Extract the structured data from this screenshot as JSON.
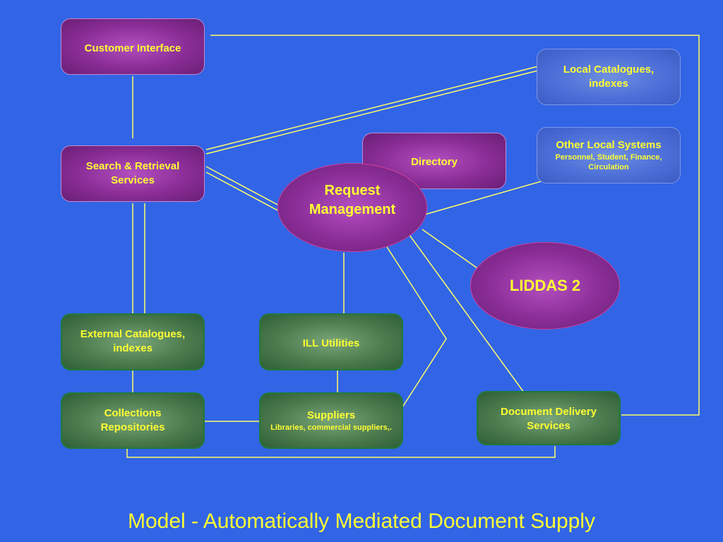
{
  "title": "Model - Automatically Mediated Document Supply",
  "nodes": {
    "customer_interface": {
      "label": "Customer Interface"
    },
    "local_catalogues": {
      "label": "Local Catalogues, indexes"
    },
    "directory": {
      "label": "Directory"
    },
    "other_local_systems": {
      "label": "Other Local Systems",
      "sub": "Personnel, Student, Finance, Circulation"
    },
    "search_retrieval": {
      "label": "Search & Retrieval Services"
    },
    "request_management": {
      "label": "Request Management"
    },
    "liddas": {
      "label": "LIDDAS 2"
    },
    "external_catalogues": {
      "label": "External Catalogues, indexes"
    },
    "ill_utilities": {
      "label": "ILL Utilities"
    },
    "collections": {
      "label": "Collections Repositories"
    },
    "suppliers": {
      "label": "Suppliers",
      "sub": "Libraries, commercial suppliers,."
    },
    "document_delivery": {
      "label": "Document Delivery Services"
    }
  },
  "colors": {
    "background": "#3264e6",
    "text": "#ffff33",
    "connector": "#ffff66",
    "purple_node": "#8a2d96",
    "blue_node": "#4d6fd8",
    "green_node": "#4c7b4e"
  }
}
